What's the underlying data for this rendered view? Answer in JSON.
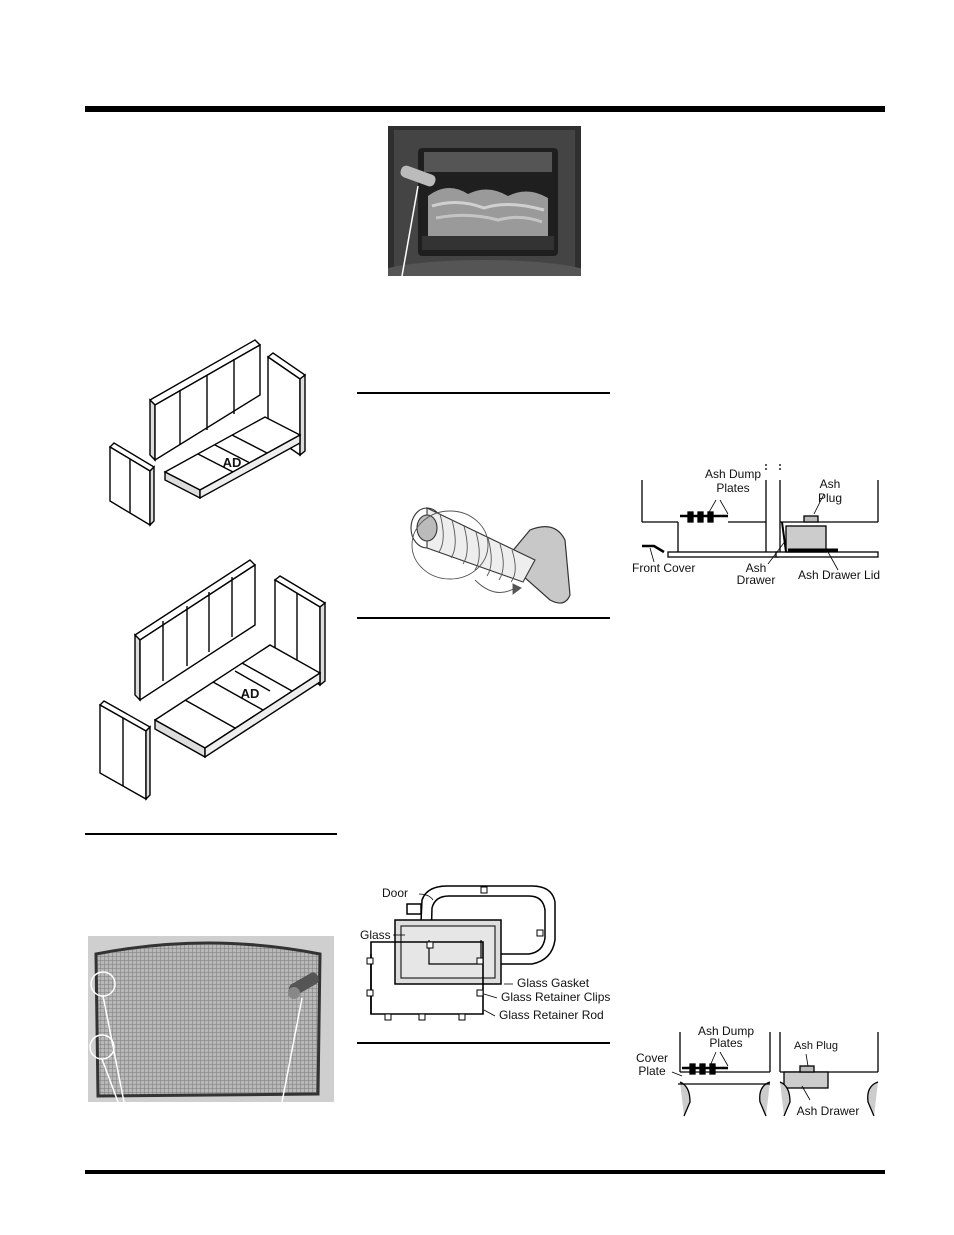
{
  "brick_small": {
    "label": "AD"
  },
  "brick_large": {
    "label": "AD"
  },
  "door_parts": {
    "door": "Door",
    "glass": "Glass",
    "gasket": "Glass Gasket",
    "clips": "Glass Retainer Clips",
    "rod": "Glass Retainer Rod"
  },
  "ash_top": {
    "dump_plates_1": "Ash Dump",
    "dump_plates_2": "Plates",
    "plug_1": "Ash",
    "plug_2": "Plug",
    "front_cover": "Front Cover",
    "drawer_1": "Ash",
    "drawer_2": "Drawer",
    "drawer_lid": "Ash Drawer Lid"
  },
  "ash_bottom": {
    "dump_plates_1": "Ash Dump",
    "dump_plates_2": "Plates",
    "cover_1": "Cover",
    "cover_2": "Plate",
    "plug": "Ash Plug",
    "drawer": "Ash Drawer"
  }
}
